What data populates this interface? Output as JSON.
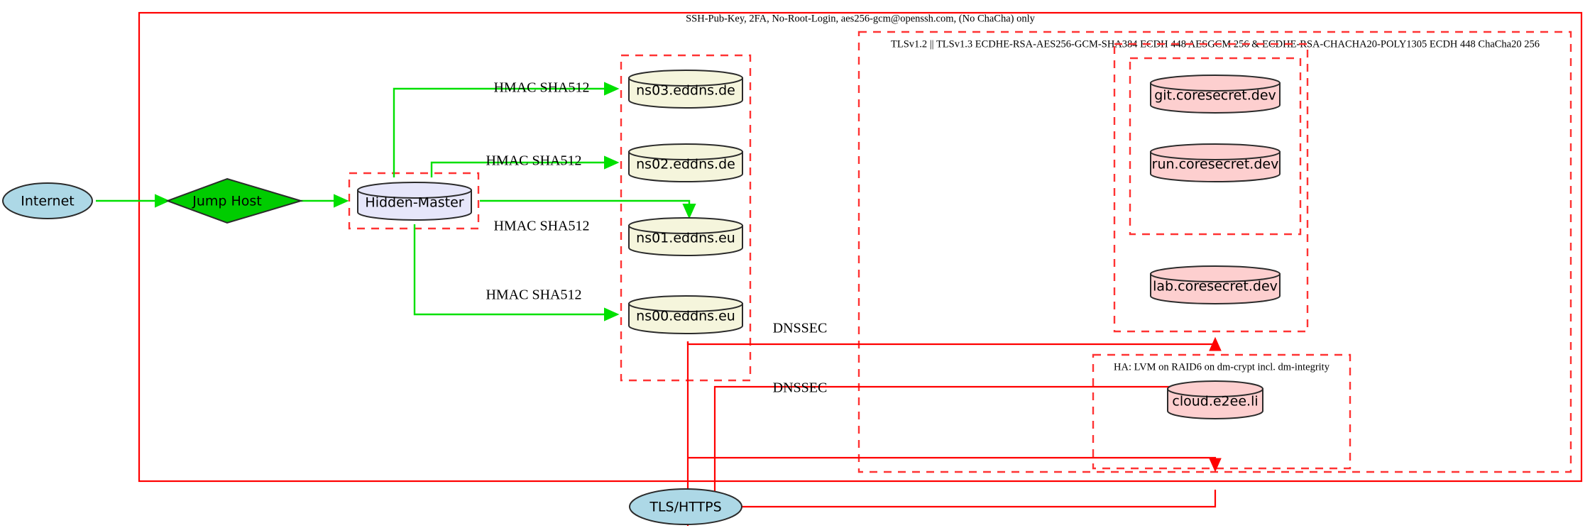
{
  "diagram": {
    "title_label": "SSH-Pub-Key, 2FA, No-Root-Login, aes256-gcm@openssh.com, (No ChaCha) only",
    "tls_cluster_label": "TLSv1.2 || TLSv1.3 ECDHE-RSA-AES256-GCM-SHA384 ECDH 448 AESGCM 256 & ECDHE-RSA-CHACHA20-POLY1305 ECDH 448 ChaCha20 256",
    "ha_cluster_label": "HA: LVM on RAID6 on dm-crypt incl. dm-integrity"
  },
  "nodes": {
    "internet": {
      "label": "Internet",
      "shape": "ellipse",
      "fill": "#add8e6"
    },
    "jump_host": {
      "label": "Jump Host",
      "shape": "diamond",
      "fill": "#00cc00"
    },
    "hidden_master": {
      "label": "Hidden-Master",
      "shape": "cylinder",
      "fill": "#e6e6fa"
    },
    "ns03": {
      "label": "ns03.eddns.de",
      "shape": "cylinder",
      "fill": "#f5f5dc"
    },
    "ns02": {
      "label": "ns02.eddns.de",
      "shape": "cylinder",
      "fill": "#f5f5dc"
    },
    "ns01": {
      "label": "ns01.eddns.eu",
      "shape": "cylinder",
      "fill": "#f5f5dc"
    },
    "ns00": {
      "label": "ns00.eddns.eu",
      "shape": "cylinder",
      "fill": "#f5f5dc"
    },
    "git": {
      "label": "git.coresecret.dev",
      "shape": "cylinder",
      "fill": "#fdcfcf"
    },
    "run": {
      "label": "run.coresecret.dev",
      "shape": "cylinder",
      "fill": "#fdcfcf"
    },
    "lab": {
      "label": "lab.coresecret.dev",
      "shape": "cylinder",
      "fill": "#fdcfcf"
    },
    "cloud": {
      "label": "cloud.e2ee.li",
      "shape": "cylinder",
      "fill": "#fdcfcf"
    },
    "tls_https": {
      "label": "TLS/HTTPS",
      "shape": "ellipse",
      "fill": "#add8e6"
    }
  },
  "edges": {
    "hmac_ns03": "HMAC SHA512",
    "hmac_ns02": "HMAC SHA512",
    "hmac_ns01": "HMAC SHA512",
    "hmac_ns00": "HMAC SHA512",
    "dnssec_upper": "DNSSEC",
    "dnssec_lower": "DNSSEC"
  },
  "colors": {
    "red": "#ff0000",
    "red_dashed": "#ff3333",
    "green": "#00e000",
    "ellipse_fill": "#add8e6",
    "diamond_fill": "#00cc00",
    "cylinder_lavender": "#e6e6fa",
    "cylinder_beige": "#f5f5dc",
    "cylinder_pink": "#fdcfcf"
  }
}
